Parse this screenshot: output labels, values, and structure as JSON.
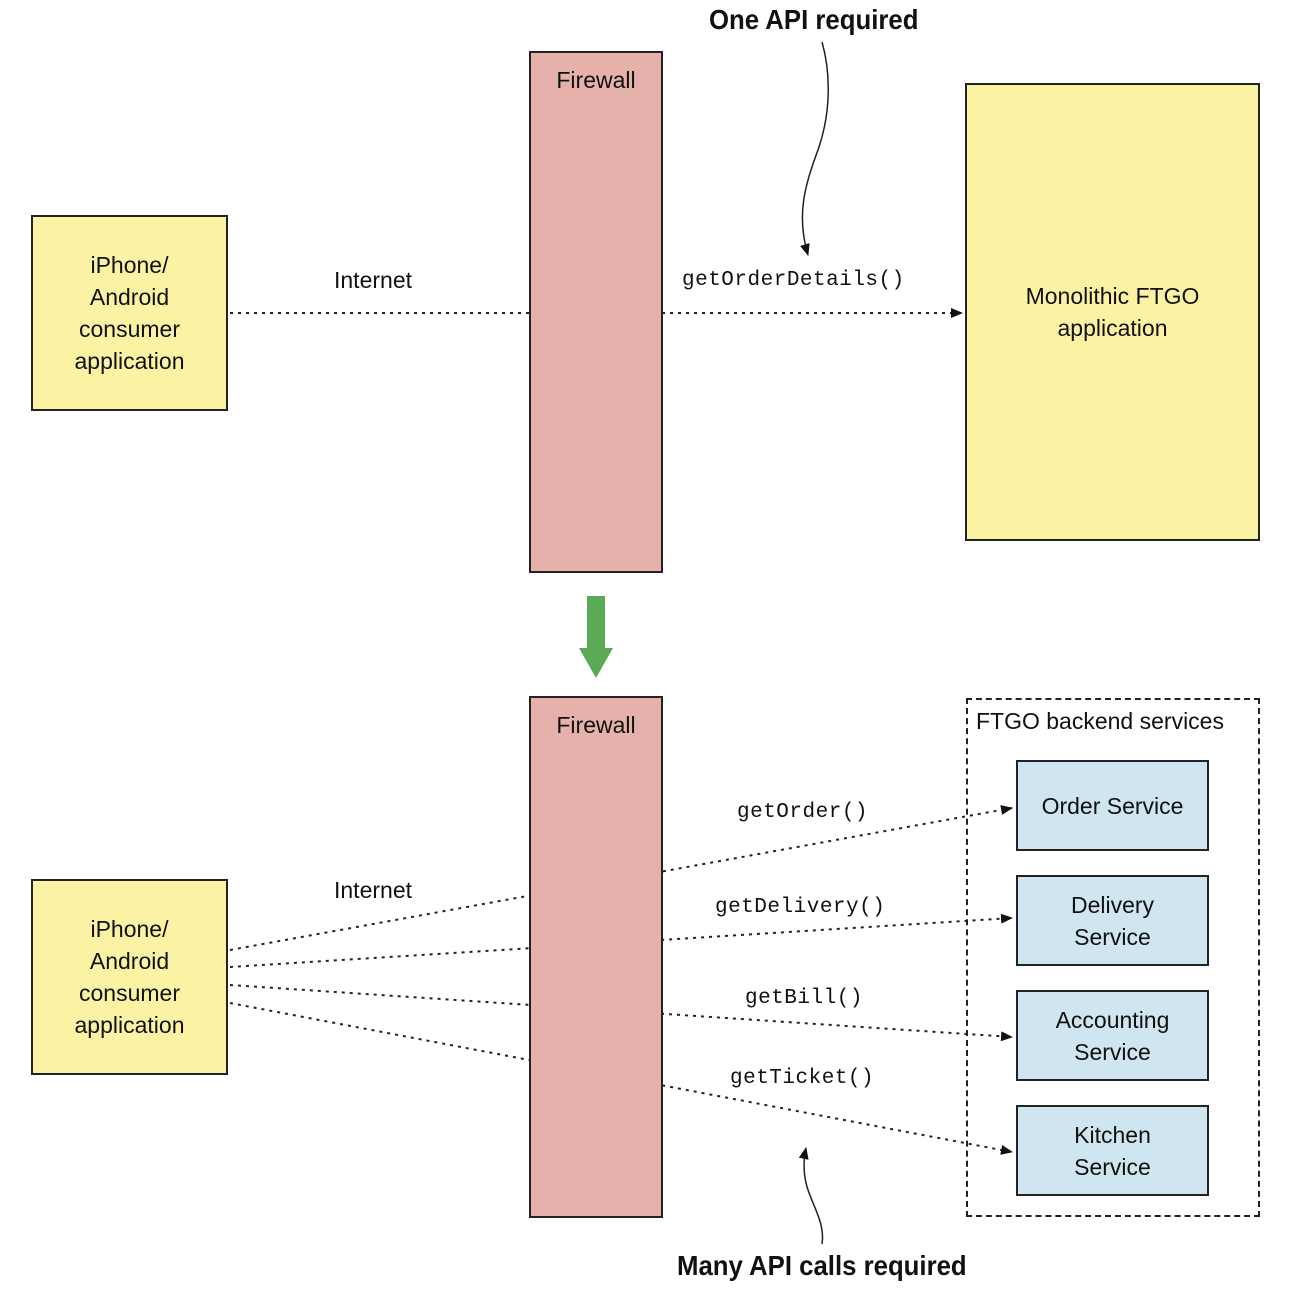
{
  "top": {
    "callout": "One API required",
    "client_label": "iPhone/\nAndroid\nconsumer\napplication",
    "firewall_label": "Firewall",
    "internet_label": "Internet",
    "call_label": "getOrderDetails()",
    "monolith_label": "Monolithic FTGO\napplication"
  },
  "bottom": {
    "client_label": "iPhone/\nAndroid\nconsumer\napplication",
    "firewall_label": "Firewall",
    "internet_label": "Internet",
    "group_label": "FTGO backend services",
    "calls": [
      "getOrder()",
      "getDelivery()",
      "getBill()",
      "getTicket()"
    ],
    "services": [
      "Order Service",
      "Delivery\nService",
      "Accounting\nService",
      "Kitchen\nService"
    ],
    "callout": "Many API calls required"
  },
  "colors": {
    "client_fill": "#fbf3a3",
    "firewall_fill": "#e7b1ab",
    "service_fill": "#cfe5ef",
    "transition_arrow": "#5aa955"
  }
}
